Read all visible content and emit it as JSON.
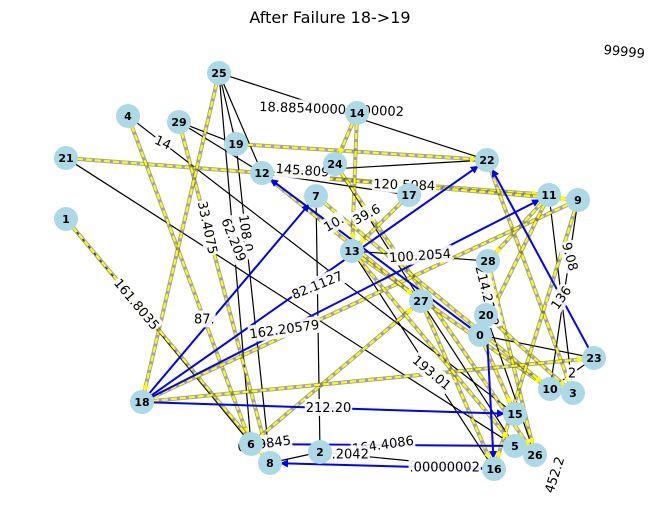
{
  "title": "After Failure 18->19",
  "colors": {
    "node_fill": "#add8e6",
    "base_edge": "#000000",
    "path_edge": "#ffff00",
    "rerouted_edge": "#0000ff",
    "label_bg": "#ffffff"
  },
  "nodes": [
    "0",
    "1",
    "2",
    "3",
    "4",
    "5",
    "6",
    "7",
    "8",
    "9",
    "10",
    "11",
    "12",
    "13",
    "14",
    "15",
    "16",
    "17",
    "18",
    "19",
    "20",
    "21",
    "22",
    "23",
    "24",
    "25",
    "26",
    "27",
    "28",
    "29"
  ],
  "edges_base": [
    [
      "25",
      "19"
    ],
    [
      "25",
      "12"
    ],
    [
      "25",
      "6"
    ],
    [
      "25",
      "22"
    ],
    [
      "29",
      "19"
    ],
    [
      "29",
      "12"
    ],
    [
      "4",
      "15"
    ],
    [
      "21",
      "5"
    ],
    [
      "1",
      "6"
    ],
    [
      "19",
      "8"
    ],
    [
      "12",
      "17"
    ],
    [
      "7",
      "2"
    ],
    [
      "13",
      "16"
    ],
    [
      "24",
      "27"
    ],
    [
      "28",
      "20"
    ],
    [
      "11",
      "3"
    ],
    [
      "9",
      "10"
    ],
    [
      "27",
      "5"
    ],
    [
      "20",
      "0"
    ],
    [
      "0",
      "23"
    ],
    [
      "18",
      "15"
    ],
    [
      "6",
      "5"
    ],
    [
      "2",
      "16"
    ],
    [
      "8",
      "2"
    ],
    [
      "13",
      "28"
    ],
    [
      "12",
      "22"
    ],
    [
      "10",
      "23"
    ],
    [
      "26",
      "20"
    ]
  ],
  "edges_path": [
    [
      "21",
      "11"
    ],
    [
      "19",
      "22"
    ],
    [
      "12",
      "9"
    ],
    [
      "4",
      "6"
    ],
    [
      "29",
      "8"
    ],
    [
      "25",
      "18"
    ],
    [
      "1",
      "8"
    ],
    [
      "14",
      "13"
    ],
    [
      "24",
      "26"
    ],
    [
      "17",
      "13"
    ],
    [
      "22",
      "3"
    ],
    [
      "11",
      "28"
    ],
    [
      "9",
      "18"
    ],
    [
      "11",
      "0"
    ],
    [
      "13",
      "10"
    ],
    [
      "7",
      "10"
    ],
    [
      "28",
      "26"
    ],
    [
      "27",
      "16"
    ],
    [
      "20",
      "3"
    ],
    [
      "0",
      "15"
    ],
    [
      "6",
      "27"
    ],
    [
      "18",
      "23"
    ],
    [
      "12",
      "27"
    ],
    [
      "9",
      "16"
    ],
    [
      "14",
      "24"
    ],
    [
      "13",
      "5"
    ]
  ],
  "edges_rerouted": [
    [
      "18",
      "7"
    ],
    [
      "18",
      "22"
    ],
    [
      "18",
      "11"
    ],
    [
      "0",
      "12"
    ],
    [
      "16",
      "8"
    ],
    [
      "23",
      "22"
    ],
    [
      "5",
      "6"
    ],
    [
      "20",
      "16"
    ],
    [
      "18",
      "15"
    ]
  ],
  "edge_labels": [
    {
      "text": "18.885400000000002",
      "edge": [
        "25",
        "22"
      ],
      "t": 0.42,
      "angle": 2
    },
    {
      "text": "145.809",
      "edge": [
        "12",
        "22"
      ],
      "t": 0.18,
      "angle": 4
    },
    {
      "text": "120.5084",
      "edge": [
        "12",
        "9"
      ],
      "t": 0.45,
      "angle": 2
    },
    {
      "text": "14",
      "edge": [
        "4",
        "15"
      ],
      "t": 0.09,
      "angle": 24
    },
    {
      "text": "99999",
      "edge": [
        "9",
        "16"
      ],
      "t": -0.55,
      "angle": 6
    },
    {
      "text": "100.2054",
      "edge": [
        "13",
        "28"
      ],
      "t": 0.5,
      "angle": -4
    },
    {
      "text": "108.0",
      "edge": [
        "19",
        "8"
      ],
      "t": 0.28,
      "angle": 82
    },
    {
      "text": "62.209",
      "edge": [
        "25",
        "6"
      ],
      "t": 0.45,
      "angle": 68
    },
    {
      "text": "33.4075",
      "edge": [
        "29",
        "8"
      ],
      "t": 0.31,
      "angle": 78
    },
    {
      "text": "161.8035",
      "edge": [
        "1",
        "6"
      ],
      "t": 0.38,
      "angle": 50
    },
    {
      "text": "82.1127",
      "edge": [
        "7",
        "2"
      ],
      "t": 0.35,
      "angle": -22
    },
    {
      "text": "87.",
      "edge": [
        "4",
        "6"
      ],
      "t": 0.62,
      "angle": 0
    },
    {
      "text": "162.20579",
      "edge": [
        "18",
        "11"
      ],
      "t": 0.35,
      "angle": -8
    },
    {
      "text": "212.20",
      "edge": [
        "18",
        "15"
      ],
      "t": 0.5,
      "angle": 0
    },
    {
      "text": "164.4086",
      "edge": [
        "6",
        "5"
      ],
      "t": 0.5,
      "angle": -8
    },
    {
      "text": "63.9845",
      "edge": [
        "6",
        "5"
      ],
      "t": 0.05,
      "angle": -8
    },
    {
      "text": ".00000002",
      "edge": [
        "16",
        "8"
      ],
      "t": 0.22,
      "angle": 0
    },
    {
      "text": "1.2042",
      "edge": [
        "2",
        "16"
      ],
      "t": 0.15,
      "angle": 0
    },
    {
      "text": "39.6",
      "edge": [
        "24",
        "27"
      ],
      "t": 0.37,
      "angle": -28
    },
    {
      "text": "193.01",
      "edge": [
        "13",
        "16"
      ],
      "t": 0.56,
      "angle": 40
    },
    {
      "text": "214.2172",
      "edge": [
        "28",
        "20"
      ],
      "t": 0.65,
      "angle": 76
    },
    {
      "text": "136",
      "edge": [
        "11",
        "3"
      ],
      "t": 0.52,
      "angle": -55
    },
    {
      "text": "9.08",
      "edge": [
        "9",
        "10"
      ],
      "t": 0.3,
      "angle": 75
    },
    {
      "text": "2",
      "edge": [
        "10",
        "23"
      ],
      "t": 0.5,
      "angle": 0
    },
    {
      "text": "452.2",
      "edge": [
        "16",
        "2"
      ],
      "t": -0.35,
      "angle": -72
    },
    {
      "text": "10.",
      "edge": [
        "13",
        "7"
      ],
      "t": 0.5,
      "angle": -30
    }
  ],
  "node_positions_note": ""
}
